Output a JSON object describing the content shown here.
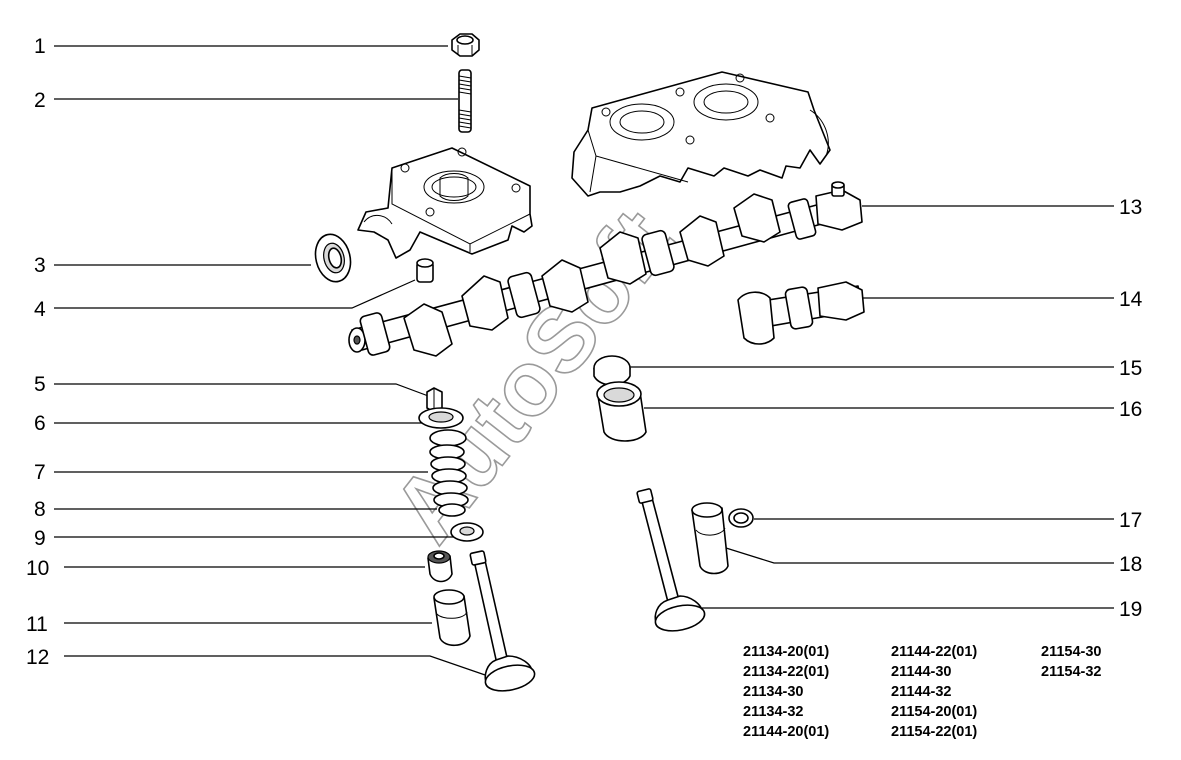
{
  "callouts": [
    "1",
    "2",
    "3",
    "4",
    "5",
    "6",
    "7",
    "8",
    "9",
    "10",
    "11",
    "12",
    "13",
    "14",
    "15",
    "16",
    "17",
    "18",
    "19"
  ],
  "watermark": "AutoSoft",
  "model_codes": [
    [
      "21134-20(01)",
      "21144-22(01)",
      "21154-30"
    ],
    [
      "21134-22(01)",
      "21144-30",
      "21154-32"
    ],
    [
      "21134-30",
      "21144-32",
      ""
    ],
    [
      "21134-32",
      "21154-20(01)",
      ""
    ],
    [
      "21144-20(01)",
      "21154-22(01)",
      ""
    ]
  ]
}
